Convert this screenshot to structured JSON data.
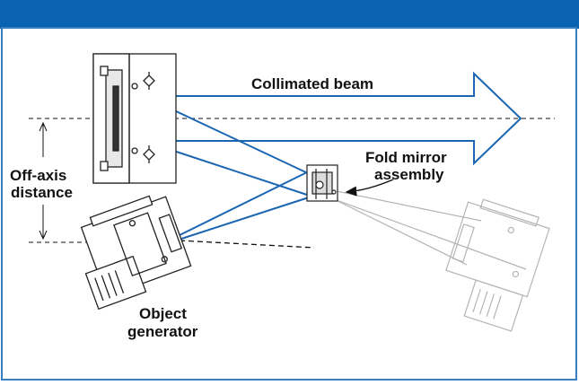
{
  "colors": {
    "header_bar": "#0a63b0",
    "border": "#3a7fc0",
    "beam": "#1a66b3",
    "instrument": "#222222",
    "ghost": "#b4b4b4"
  },
  "labels": {
    "collimated_beam": "Collimated beam",
    "fold_mirror_line1": "Fold mirror",
    "fold_mirror_line2": "assembly",
    "off_axis_line1": "Off-axis",
    "off_axis_line2": "distance",
    "object_gen_line1": "Object",
    "object_gen_line2": "generator"
  }
}
